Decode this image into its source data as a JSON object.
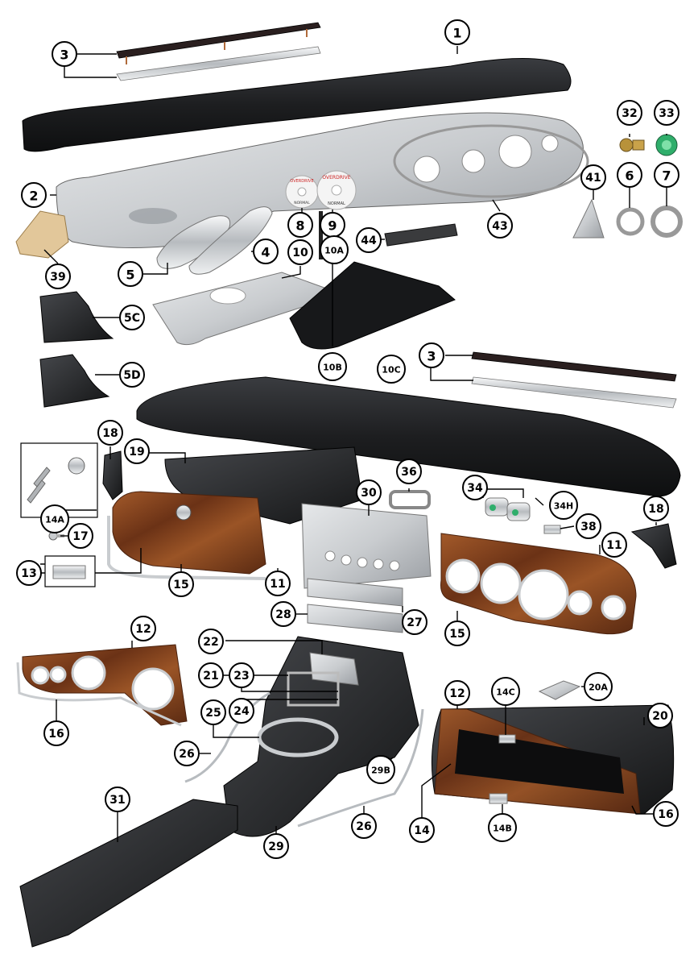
{
  "colors": {
    "vinyl": "#1d1e20",
    "vinyl_highlight": "#3a3c40",
    "aluminium": "#c9cccf",
    "aluminium_dark": "#8e9297",
    "chrome": "#e3e6e8",
    "wood": "#7a3e1c",
    "wood_light": "#a35a2a",
    "black_part": "#2a2b2d",
    "green_lens": "#2fae6b",
    "brass": "#b8923a",
    "cardboard": "#e2c79a"
  },
  "callouts": [
    {
      "id": "c1",
      "label": "1"
    },
    {
      "id": "c2",
      "label": "2"
    },
    {
      "id": "c3a",
      "label": "3"
    },
    {
      "id": "c3b",
      "label": "3"
    },
    {
      "id": "c4",
      "label": "4"
    },
    {
      "id": "c5",
      "label": "5"
    },
    {
      "id": "c5c",
      "label": "5C"
    },
    {
      "id": "c5d",
      "label": "5D"
    },
    {
      "id": "c6",
      "label": "6"
    },
    {
      "id": "c7",
      "label": "7"
    },
    {
      "id": "c8",
      "label": "8"
    },
    {
      "id": "c9",
      "label": "9"
    },
    {
      "id": "c10",
      "label": "10"
    },
    {
      "id": "c10a",
      "label": "10A"
    },
    {
      "id": "c10b",
      "label": "10B"
    },
    {
      "id": "c10c",
      "label": "10C"
    },
    {
      "id": "c11a",
      "label": "11"
    },
    {
      "id": "c11b",
      "label": "11"
    },
    {
      "id": "c12a",
      "label": "12"
    },
    {
      "id": "c12b",
      "label": "12"
    },
    {
      "id": "c13",
      "label": "13"
    },
    {
      "id": "c14",
      "label": "14"
    },
    {
      "id": "c14a",
      "label": "14A"
    },
    {
      "id": "c14b",
      "label": "14B"
    },
    {
      "id": "c14c",
      "label": "14C"
    },
    {
      "id": "c15a",
      "label": "15"
    },
    {
      "id": "c15b",
      "label": "15"
    },
    {
      "id": "c16a",
      "label": "16"
    },
    {
      "id": "c16b",
      "label": "16"
    },
    {
      "id": "c17",
      "label": "17"
    },
    {
      "id": "c18a",
      "label": "18"
    },
    {
      "id": "c18b",
      "label": "18"
    },
    {
      "id": "c19",
      "label": "19"
    },
    {
      "id": "c20",
      "label": "20"
    },
    {
      "id": "c20a",
      "label": "20A"
    },
    {
      "id": "c21",
      "label": "21"
    },
    {
      "id": "c22",
      "label": "22"
    },
    {
      "id": "c23",
      "label": "23"
    },
    {
      "id": "c24",
      "label": "24"
    },
    {
      "id": "c25",
      "label": "25"
    },
    {
      "id": "c26a",
      "label": "26"
    },
    {
      "id": "c26b",
      "label": "26"
    },
    {
      "id": "c27",
      "label": "27"
    },
    {
      "id": "c28",
      "label": "28"
    },
    {
      "id": "c29",
      "label": "29"
    },
    {
      "id": "c29b",
      "label": "29B"
    },
    {
      "id": "c30",
      "label": "30"
    },
    {
      "id": "c31",
      "label": "31"
    },
    {
      "id": "c32",
      "label": "32"
    },
    {
      "id": "c33",
      "label": "33"
    },
    {
      "id": "c34",
      "label": "34"
    },
    {
      "id": "c34h",
      "label": "34H"
    },
    {
      "id": "c36",
      "label": "36"
    },
    {
      "id": "c38",
      "label": "38"
    },
    {
      "id": "c39",
      "label": "39"
    },
    {
      "id": "c41",
      "label": "41"
    },
    {
      "id": "c43",
      "label": "43"
    },
    {
      "id": "c44",
      "label": "44"
    }
  ],
  "decal_text": {
    "overdrive": "OVERDRIVE",
    "normal": "NORMAL"
  }
}
